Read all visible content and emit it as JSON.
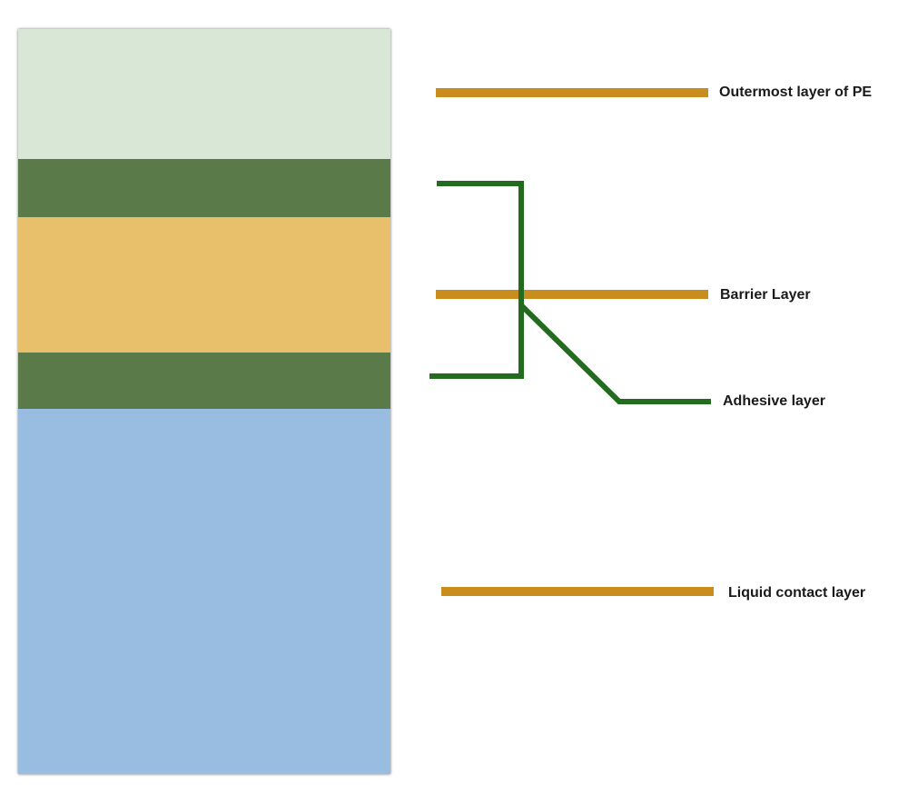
{
  "diagram": {
    "layers": [
      {
        "key": "outer",
        "color": "#d9e7d6"
      },
      {
        "key": "adhesive_top",
        "color": "#5a7a4a"
      },
      {
        "key": "barrier",
        "color": "#e8bf6a"
      },
      {
        "key": "adhesive_bottom",
        "color": "#5a7a4a"
      },
      {
        "key": "liquid_contact",
        "color": "#98bde0"
      }
    ],
    "labels": {
      "outermost": "Outermost layer of PE",
      "barrier": "Barrier Layer",
      "adhesive": "Adhesive layer",
      "liquid": "Liquid contact layer"
    },
    "colors": {
      "leader_orange": "#c98d1e",
      "leader_green": "#236b1e"
    }
  }
}
